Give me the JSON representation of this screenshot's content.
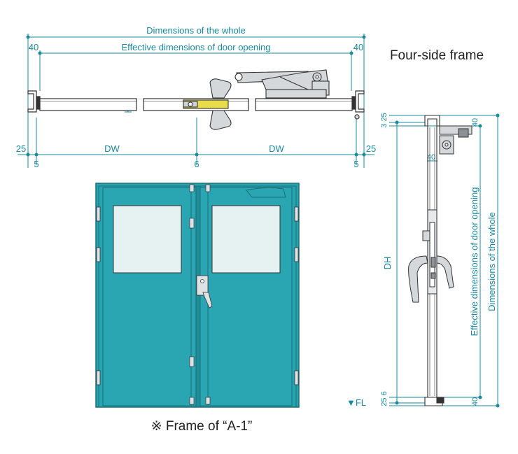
{
  "labels": {
    "dimensions_whole": "Dimensions of the whole",
    "effective_opening": "Effective dimensions of door opening",
    "four_side_frame": "Four-side frame",
    "frame_caption": "※ Frame of “A-1”",
    "dw": "DW",
    "dh": "DH",
    "fl": "▼FL",
    "v40": "40",
    "v25": "25",
    "v5": "5",
    "v6": "6",
    "v3": "3",
    "v25b": "25 6"
  },
  "colors": {
    "dimension_line": "#1a8aa0",
    "door_fill": "#27a4b0",
    "door_stroke": "#1a6f78",
    "window_fill": "#e6f2f2",
    "latch_accent": "#e8dc4a",
    "hardware_fill": "#d4d8da"
  },
  "icons": {
    "door_closer": "door-closer-icon",
    "lever_handle": "lever-handle-icon"
  }
}
